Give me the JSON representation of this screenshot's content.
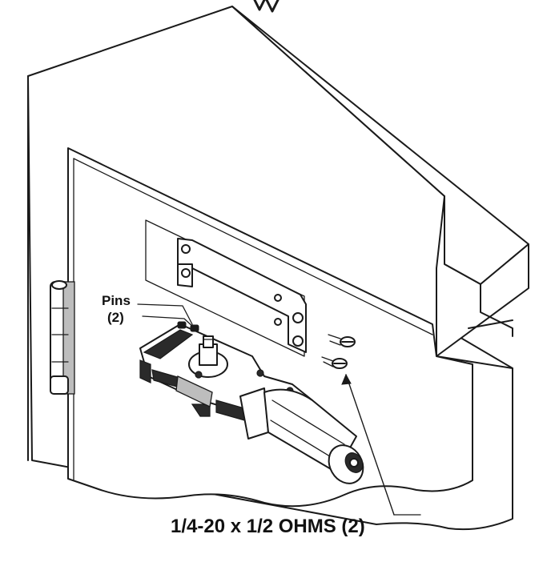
{
  "labels": {
    "pins": "Pins",
    "pins_count": "(2)",
    "screws": "1/4-20 x 1/2 OHMS (2)"
  },
  "colors": {
    "line": "#1a1a1a",
    "background": "#ffffff"
  }
}
